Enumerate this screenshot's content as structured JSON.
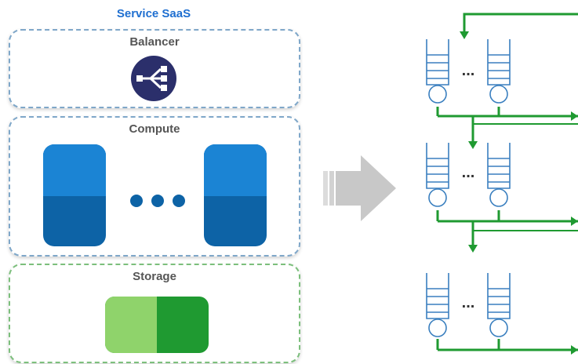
{
  "title": "Service SaaS",
  "sections": {
    "balancer": {
      "label": "Balancer",
      "icon": "load-balancer-icon"
    },
    "compute": {
      "label": "Compute",
      "ellipsis": "•••"
    },
    "storage": {
      "label": "Storage"
    }
  },
  "queue_groups": [
    {
      "ellipsis": "..."
    },
    {
      "ellipsis": "..."
    },
    {
      "ellipsis": "..."
    }
  ],
  "colors": {
    "title": "#1f6fd0",
    "server_top": "#1b84d4",
    "server_bottom": "#0d63a6",
    "balancer_icon": "#2b2f6b",
    "storage_light": "#8fd36b",
    "storage_dark": "#1f9a31",
    "flow_green": "#1f9a31",
    "queue_outline": "#3a7fbf",
    "arrow_gray": "#c8c8c8"
  }
}
